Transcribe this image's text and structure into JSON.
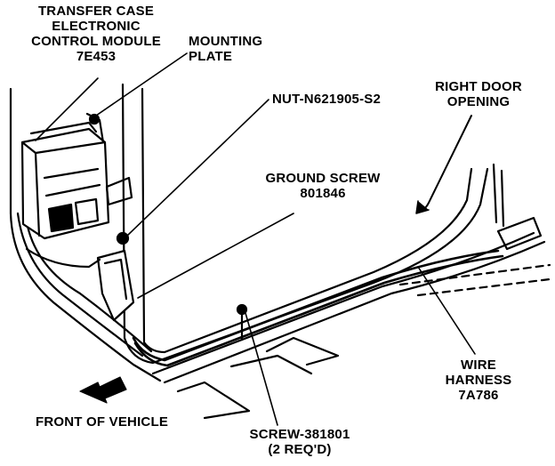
{
  "labels": {
    "ecm": {
      "line1": "TRANSFER CASE",
      "line2": "ELECTRONIC",
      "line3": "CONTROL MODULE",
      "line4": "7E453"
    },
    "plate": {
      "line1": "MOUNTING",
      "line2": "PLATE"
    },
    "nut": "NUT-N621905-S2",
    "ground": {
      "line1": "GROUND SCREW",
      "line2": "801846"
    },
    "door": {
      "line1": "RIGHT DOOR",
      "line2": "OPENING"
    },
    "harness": {
      "line1": "WIRE",
      "line2": "HARNESS",
      "line3": "7A786"
    },
    "front": "FRONT OF VEHICLE",
    "screw": {
      "line1": "SCREW-381801",
      "line2": "(2 REQ'D)"
    }
  }
}
